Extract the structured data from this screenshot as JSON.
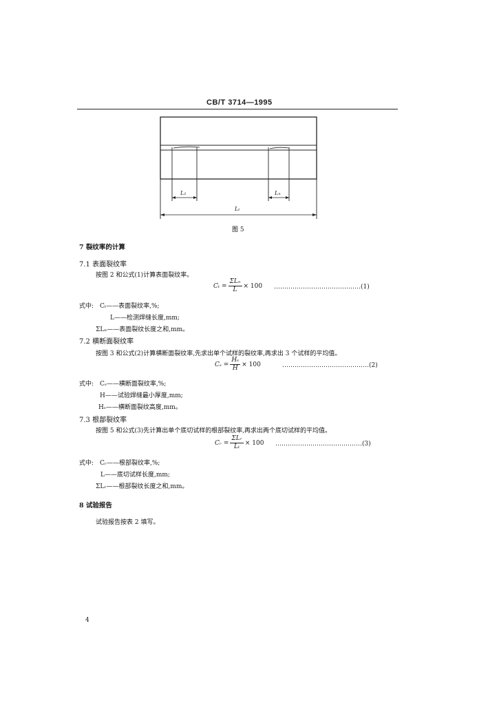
{
  "header": {
    "standard_code": "CB/T 3714—1995"
  },
  "figure": {
    "label_l1": "L₁",
    "label_ln": "Lₙ",
    "label_lt": "Lₜ",
    "caption": "图 5"
  },
  "section7": {
    "title": "7  裂纹率的计算",
    "s71": {
      "heading": "7.1  表面裂纹率",
      "intro": "按图 2 和公式(1)计算表面裂纹率。",
      "lhs": "Cₜ =",
      "num": "ΣLₙ",
      "den": "L",
      "tail": "× 100",
      "dots": "……………………………………(1)",
      "where_lead": "式中:",
      "defs": [
        "Cₜ——表面裂纹率,%;",
        "L——检测焊缝长度,mm;",
        "ΣLₙ——表面裂纹长度之和,mm。"
      ]
    },
    "s72": {
      "heading": "7.2  横断面裂纹率",
      "intro": "按图 3 和公式(2)计算横断面裂纹率,先求出单个试样的裂纹率,再求出 3 个试样的平均值。",
      "lhs": "Cₛ =",
      "num": "Hₛ",
      "den": "H",
      "tail": "× 100",
      "dots": "……………………………………(2)",
      "where_lead": "式中:",
      "defs": [
        "Cₛ——横断面裂纹率,%;",
        "H——试验焊缝最小厚度,mm;",
        "Hₛ——横断面裂纹高度,mm。"
      ]
    },
    "s73": {
      "heading": "7.3  根部裂纹率",
      "intro": "按图 5 和公式(3)先计算出单个底切试样的根部裂纹率,再求出两个底切试样的平均值。",
      "lhs": "Cᵣ =",
      "num": "ΣLᵣ",
      "den": "Lₜ",
      "tail": "× 100",
      "dots": "……………………………………(3)",
      "where_lead": "式中:",
      "defs": [
        "Cᵣ——根部裂纹率,%;",
        "L——底切试样长度,mm;",
        "ΣLᵣ——根部裂纹长度之和,mm。"
      ]
    }
  },
  "section8": {
    "title": "8  试验报告",
    "body": "试验报告按表 2 填写。"
  },
  "page_number": "4"
}
